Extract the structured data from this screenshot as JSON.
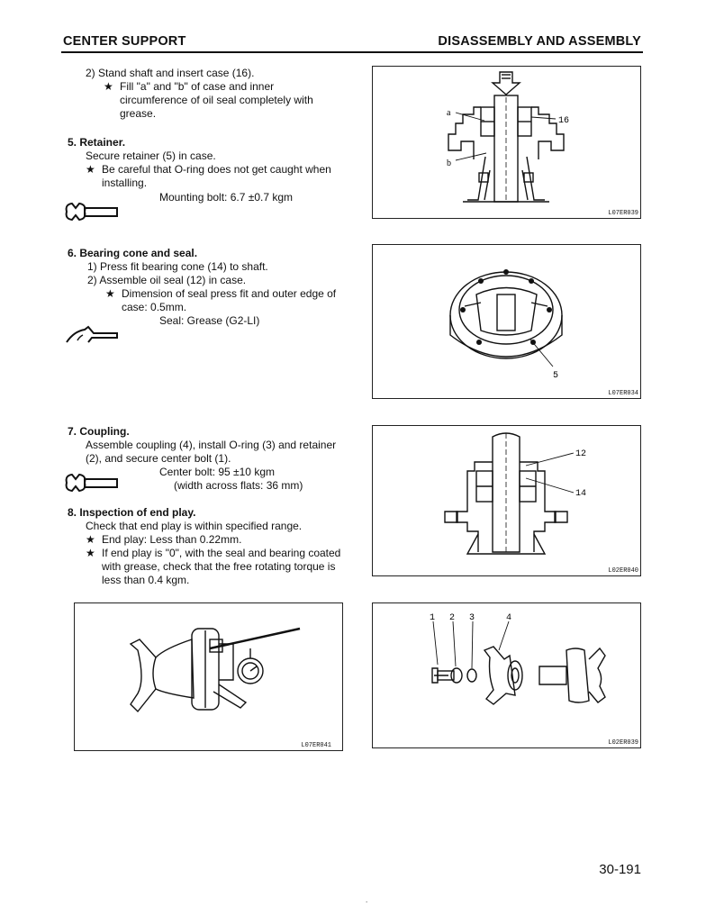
{
  "header": {
    "left": "CENTER SUPPORT",
    "right": "DISASSEMBLY AND ASSEMBLY"
  },
  "step4": {
    "sub2": "2) Stand shaft and insert case (16).",
    "star1_l1": "Fill \"a\" and \"b\" of case and inner",
    "star1_l2": "circumference of oil seal completely with",
    "star1_l3": "grease."
  },
  "step5": {
    "title": "5. Retainer.",
    "line1": "Secure retainer (5) in case.",
    "star1_l1": "Be careful that O-ring does not get caught when",
    "star1_l2": "installing.",
    "torque": "Mounting bolt: 6.7 ±0.7 kgm"
  },
  "step6": {
    "title": "6. Bearing cone and seal.",
    "sub1": "1) Press fit bearing cone (14) to shaft.",
    "sub2": "2) Assemble oil seal (12) in case.",
    "star1_l1": "Dimension of seal press fit and outer edge of",
    "star1_l2": "case: 0.5mm.",
    "seal": "Seal: Grease (G2-LI)"
  },
  "step7": {
    "title": "7. Coupling.",
    "line1": "Assemble coupling (4), install O-ring (3) and retainer",
    "line2": "(2), and secure center bolt (1).",
    "torque1": "Center bolt: 95 ±10 kgm",
    "torque2": "(width across flats: 36 mm)"
  },
  "step8": {
    "title": "8. Inspection of end play.",
    "line1": "Check that end play is within specified range.",
    "star1": "End play: Less than 0.22mm.",
    "star2_l1": "If end play is \"0\", with the seal and bearing coated",
    "star2_l2": "with grease, check that the free rotating torque is",
    "star2_l3": "less than 0.4 kgm."
  },
  "star_glyph": "★",
  "figures": {
    "fig1": {
      "code": "L07ER039",
      "labels": {
        "a": "a",
        "b": "b",
        "n16": "16"
      }
    },
    "fig2": {
      "code": "L07ER034",
      "labels": {
        "n5": "5"
      }
    },
    "fig3": {
      "code": "L02ER040",
      "labels": {
        "n12": "12",
        "n14": "14"
      }
    },
    "fig4": {
      "code": "L07ER041"
    },
    "fig5": {
      "code": "L02ER039",
      "labels": {
        "n1": "1",
        "n2": "2",
        "n3": "3",
        "n4": "4"
      }
    }
  },
  "page_number": "30-191",
  "footer_mark": "."
}
